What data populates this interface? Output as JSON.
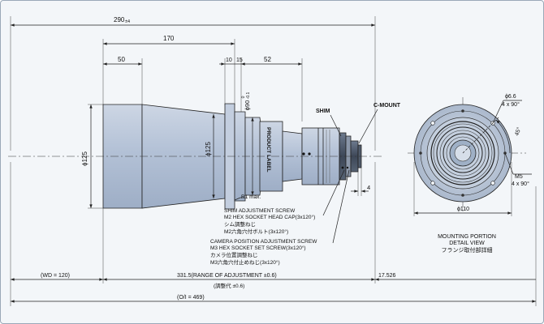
{
  "dimensions": {
    "overall_length": "290",
    "overall_length_tol": "±4",
    "front_length": "170",
    "front_barrel": "50",
    "flange_a": "10",
    "flange_b": "15",
    "rear_length": "52",
    "front_diameter": "ϕ125",
    "mid_diameter": "ϕ125",
    "flange_diameter": "ϕ90",
    "flange_diameter_tol_top": "0",
    "flange_diameter_tol_bot": "-0.1",
    "radius_note": "R1 max.",
    "cmount_offset": "4",
    "wd": "(WD = 120)",
    "range": "331.5(RANGE OF ADJUSTMENT ±0.6)",
    "range_jp": "(調整代 ±0.6)",
    "oi": "(O/I = 469)",
    "back_focus": "17.526"
  },
  "labels": {
    "product_label": "PRODUCT LABEL",
    "shim": "SHIM",
    "c_mount": "C-MOUNT"
  },
  "notes": {
    "shim_screw_en1": "SHIM ADJUSTMENT SCREW",
    "shim_screw_en2": "M2 HEX SOCKET HEAD CAP(3x120°)",
    "shim_screw_jp1": "シム調整ねじ",
    "shim_screw_jp2": "M2六角穴付ボルト(3x120°)",
    "cam_screw_en1": "CAMERA POSITION ADJUSTMENT SCREW",
    "cam_screw_en2": "M3 HEX SOCKET SET SCREW(3x120°)",
    "cam_screw_jp1": "カメラ位置調整ねじ",
    "cam_screw_jp2": "M3六角穴付止めねじ(3x120°)"
  },
  "detail": {
    "hole": "ϕ6.6",
    "hole_count": "4 x 90°",
    "angle": "45°",
    "tap": "M5",
    "tap_count": "4 x 90°",
    "outer_diameter": "ϕ110",
    "title_en1": "MOUNTING PORTION",
    "title_en2": "DETAIL VIEW",
    "title_jp": "フランジ取付部詳細"
  },
  "colors": {
    "lens_body": "#b9c6d8",
    "lens_dark": "#4a5568",
    "background": "#f3f6f9"
  }
}
